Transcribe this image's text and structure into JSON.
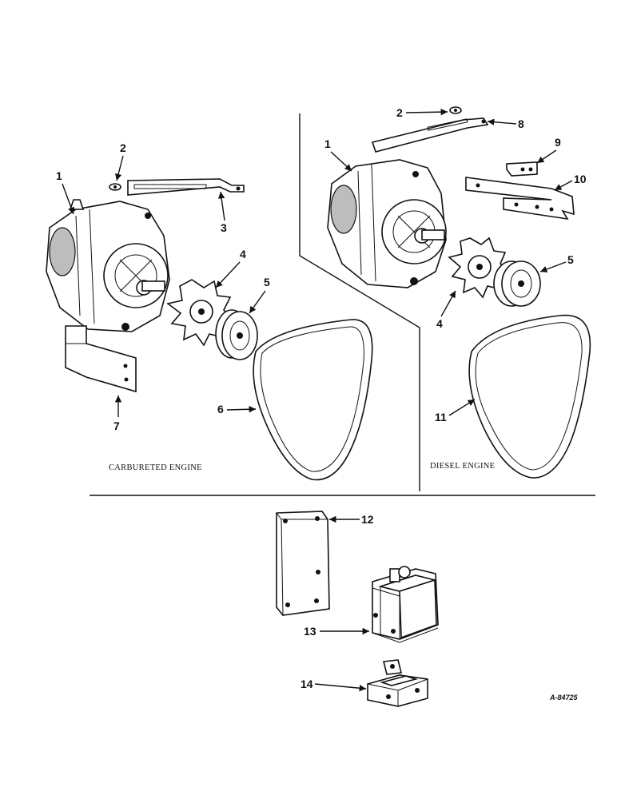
{
  "captions": {
    "carbureted": "CARBURETED ENGINE",
    "diesel": "DIESEL ENGINE",
    "reference": "A-84725"
  },
  "callouts": {
    "left": {
      "n1": "1",
      "n2": "2",
      "n3": "3",
      "n4": "4",
      "n5": "5",
      "n6": "6",
      "n7": "7"
    },
    "right": {
      "n1": "1",
      "n2": "2",
      "n4": "4",
      "n5": "5",
      "n8": "8",
      "n9": "9",
      "n10": "10",
      "n11": "11"
    },
    "bottom": {
      "n12": "12",
      "n13": "13",
      "n14": "14"
    }
  }
}
